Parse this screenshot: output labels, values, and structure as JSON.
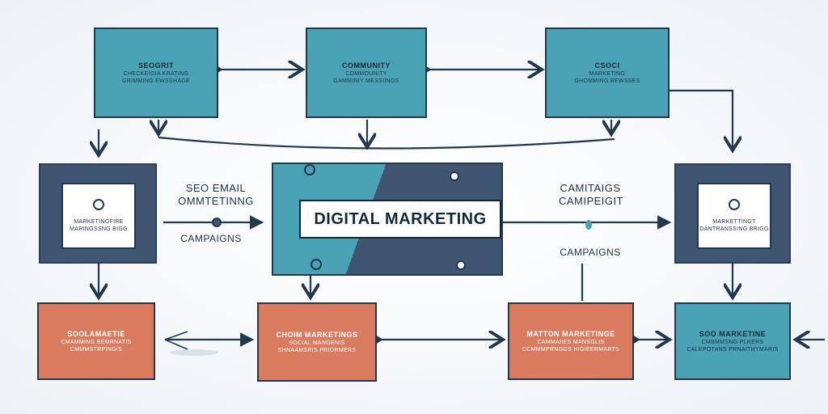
{
  "diagram": {
    "center": {
      "label": "DIGITAL MARKETING"
    },
    "top_boxes": [
      {
        "title": "SEOGRIT",
        "line1": "CHECKEIGIA KRATING",
        "line2": "GRIMMING EWSSHAGE"
      },
      {
        "title": "COMMUNITY",
        "line1": "COMMOUNITY",
        "line2": "GAMMINIY MESSIINGS"
      },
      {
        "title": "CSOCI",
        "line1": "MARKETING",
        "line2": "GHOMMING BEWSSES"
      }
    ],
    "side_boxes": [
      {
        "line1": "MARKETINGFIRE",
        "line2": "MARINGSSNG BIGG"
      },
      {
        "line1": "MARKETTINGT",
        "line2": "DANTRANSSING BRIGG"
      }
    ],
    "bottom_boxes": [
      {
        "title": "SOOLAMAETIE",
        "line1": "CMAMMING BEMRNATIS",
        "line2": "CMMMSTRPINGIS"
      },
      {
        "title": "CHOIM MARKETINGS",
        "line1": "SOCIAL MANGENIS",
        "line2": "SHNAAMSRIS PRIORMERS"
      },
      {
        "title": "MATTON MARKETINGE",
        "line1": "CAMMAIIES MANSGLIS",
        "line2": "CCMMMPRNGGS HIGIEERMARTS"
      },
      {
        "title": "SOO MARKETINE",
        "line1": "CMBMMSNG PLRERS",
        "line2": "CALEPOTANS PRNAITHYMARIS"
      }
    ],
    "labels": {
      "left_top1": "SEO EMAIL",
      "left_top2": "OMMTETINNG",
      "left_bottom": "CAMPAIGNS",
      "right_top1": "CAMITAIGS",
      "right_top2": "CAMIPEIGIT",
      "right_bottom": "CAMPAIGNS"
    },
    "colors": {
      "teal": "#4aa3b5",
      "navy": "#3f5672",
      "coral": "#d97b5e",
      "line": "#22384f"
    }
  }
}
